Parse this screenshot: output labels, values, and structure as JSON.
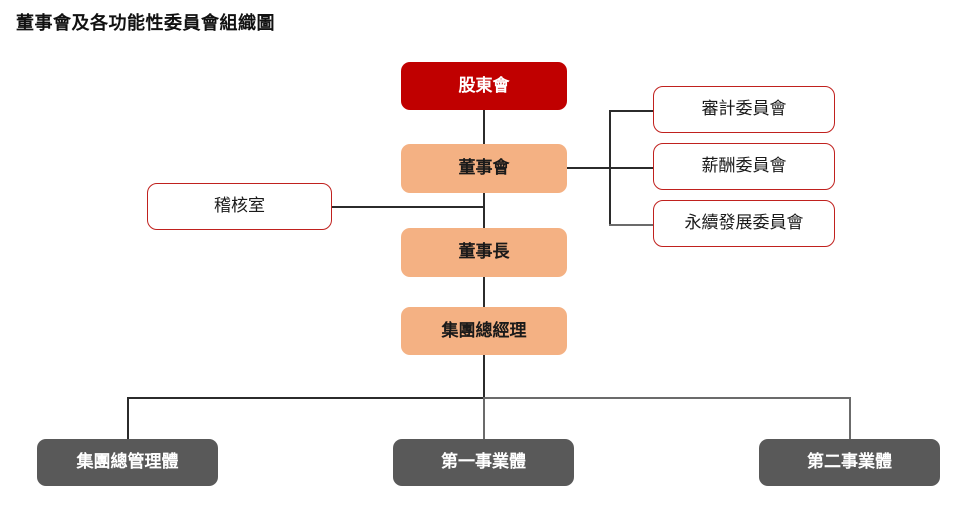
{
  "title": "董事會及各功能性委員會組織圖",
  "nodes": {
    "shareholders": {
      "label": "股東會",
      "color": "#C00000",
      "text_color": "#FFFFFF"
    },
    "board": {
      "label": "董事會",
      "color": "#F4B183",
      "text_color": "#1A1A1A"
    },
    "chairman": {
      "label": "董事長",
      "color": "#F4B183",
      "text_color": "#1A1A1A"
    },
    "group_gm": {
      "label": "集團總經理",
      "color": "#F4B183",
      "text_color": "#1A1A1A"
    },
    "audit_office": {
      "label": "稽核室",
      "color": "#FFFFFF",
      "border_color": "#C0211E"
    }
  },
  "committees": [
    {
      "label": "審計委員會",
      "border_color": "#C0211E"
    },
    {
      "label": "薪酬委員會",
      "border_color": "#C0211E"
    },
    {
      "label": "永續發展委員會",
      "border_color": "#C0211E"
    }
  ],
  "business_units": [
    {
      "label": "集團總管理體",
      "color": "#595959",
      "text_color": "#FFFFFF"
    },
    {
      "label": "第一事業體",
      "color": "#595959",
      "text_color": "#FFFFFF"
    },
    {
      "label": "第二事業體",
      "color": "#595959",
      "text_color": "#FFFFFF"
    }
  ]
}
